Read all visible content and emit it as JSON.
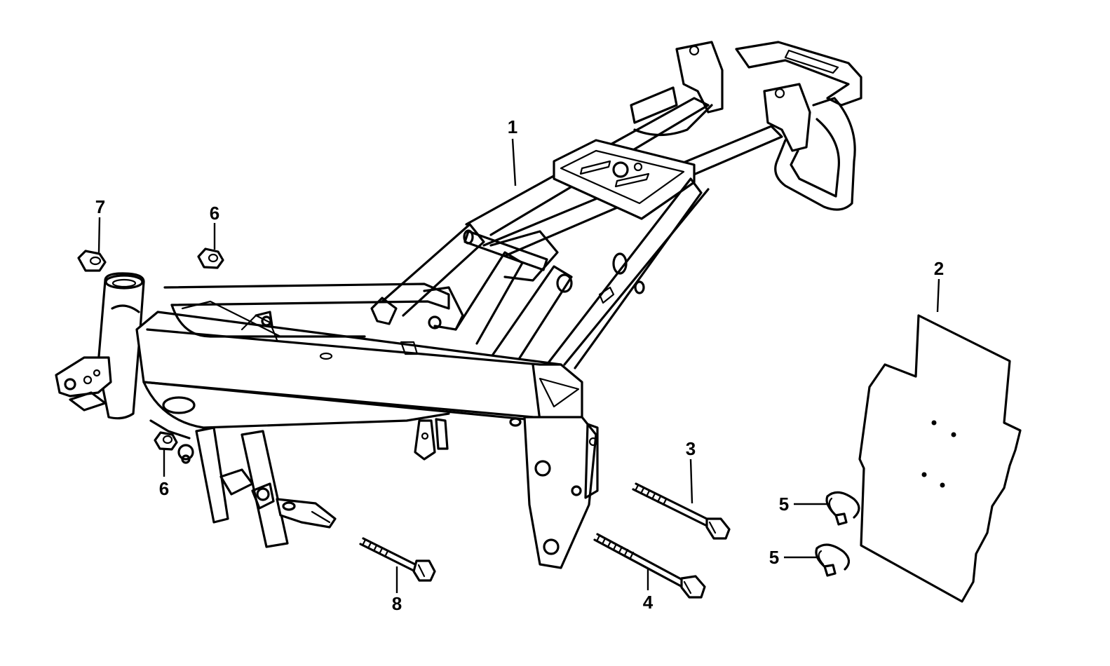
{
  "callouts": {
    "frame": "1",
    "plate": "2",
    "long_bolt_upper": "3",
    "long_bolt_lower": "4",
    "clip_upper": "5",
    "clip_lower": "5",
    "nut_upper": "6",
    "nut_lower": "6",
    "nut_left": "7",
    "short_bolt": "8"
  },
  "colors": {
    "ink": "#000000",
    "paper": "#ffffff"
  }
}
